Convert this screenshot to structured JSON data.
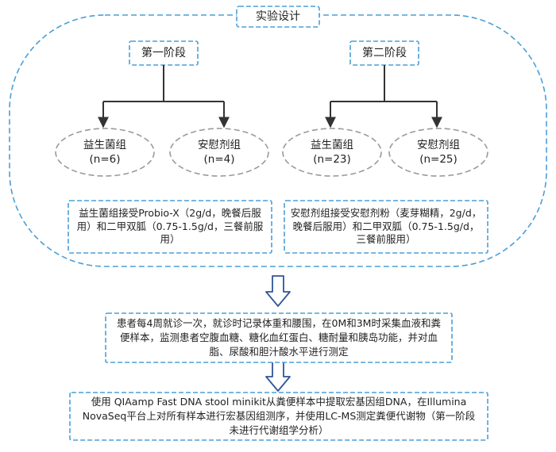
{
  "title": "实验设计",
  "phase1": {
    "label": "第一阶段",
    "groups": [
      {
        "name": "益生菌组",
        "n": "(n=6)"
      },
      {
        "name": "安慰剂组",
        "n": "(n=4)"
      }
    ],
    "description": "益生菌组接受Probio-X（2g/d，晚餐后服用）和二甲双胍（0.75-1.5g/d，三餐前服用）"
  },
  "phase2": {
    "label": "第二阶段",
    "groups": [
      {
        "name": "益生菌组",
        "n": "(n=23)"
      },
      {
        "name": "安慰剂组",
        "n": "(n=25)"
      }
    ],
    "description": "安慰剂组接受安慰剂粉（麦芽糊精，2g/d，晚餐后服用）和二甲双胍（0.75-1.5g/d，三餐前服用）"
  },
  "step1": "患者每4周就诊一次，就诊时记录体重和腰围，在0M和3M时采集血液和粪便样本，监测患者空腹血糖、糖化血红蛋白、糖耐量和胰岛功能，并对血脂、尿酸和胆汁酸水平进行测定",
  "step2": "使用 QIAamp Fast DNA stool minikit从粪便样本中提取宏基因组DNA，在Illumina NovaSeq平台上对所有样本进行宏基因组测序，并使用LC-MS测定粪便代谢物（第一阶段未进行代谢组学分析）",
  "colors": {
    "border_blue": "#4a9fd8",
    "ellipse_gray": "#9a9a9a",
    "arrow_dark": "#333333",
    "arrow_outline": "#2f5597"
  }
}
